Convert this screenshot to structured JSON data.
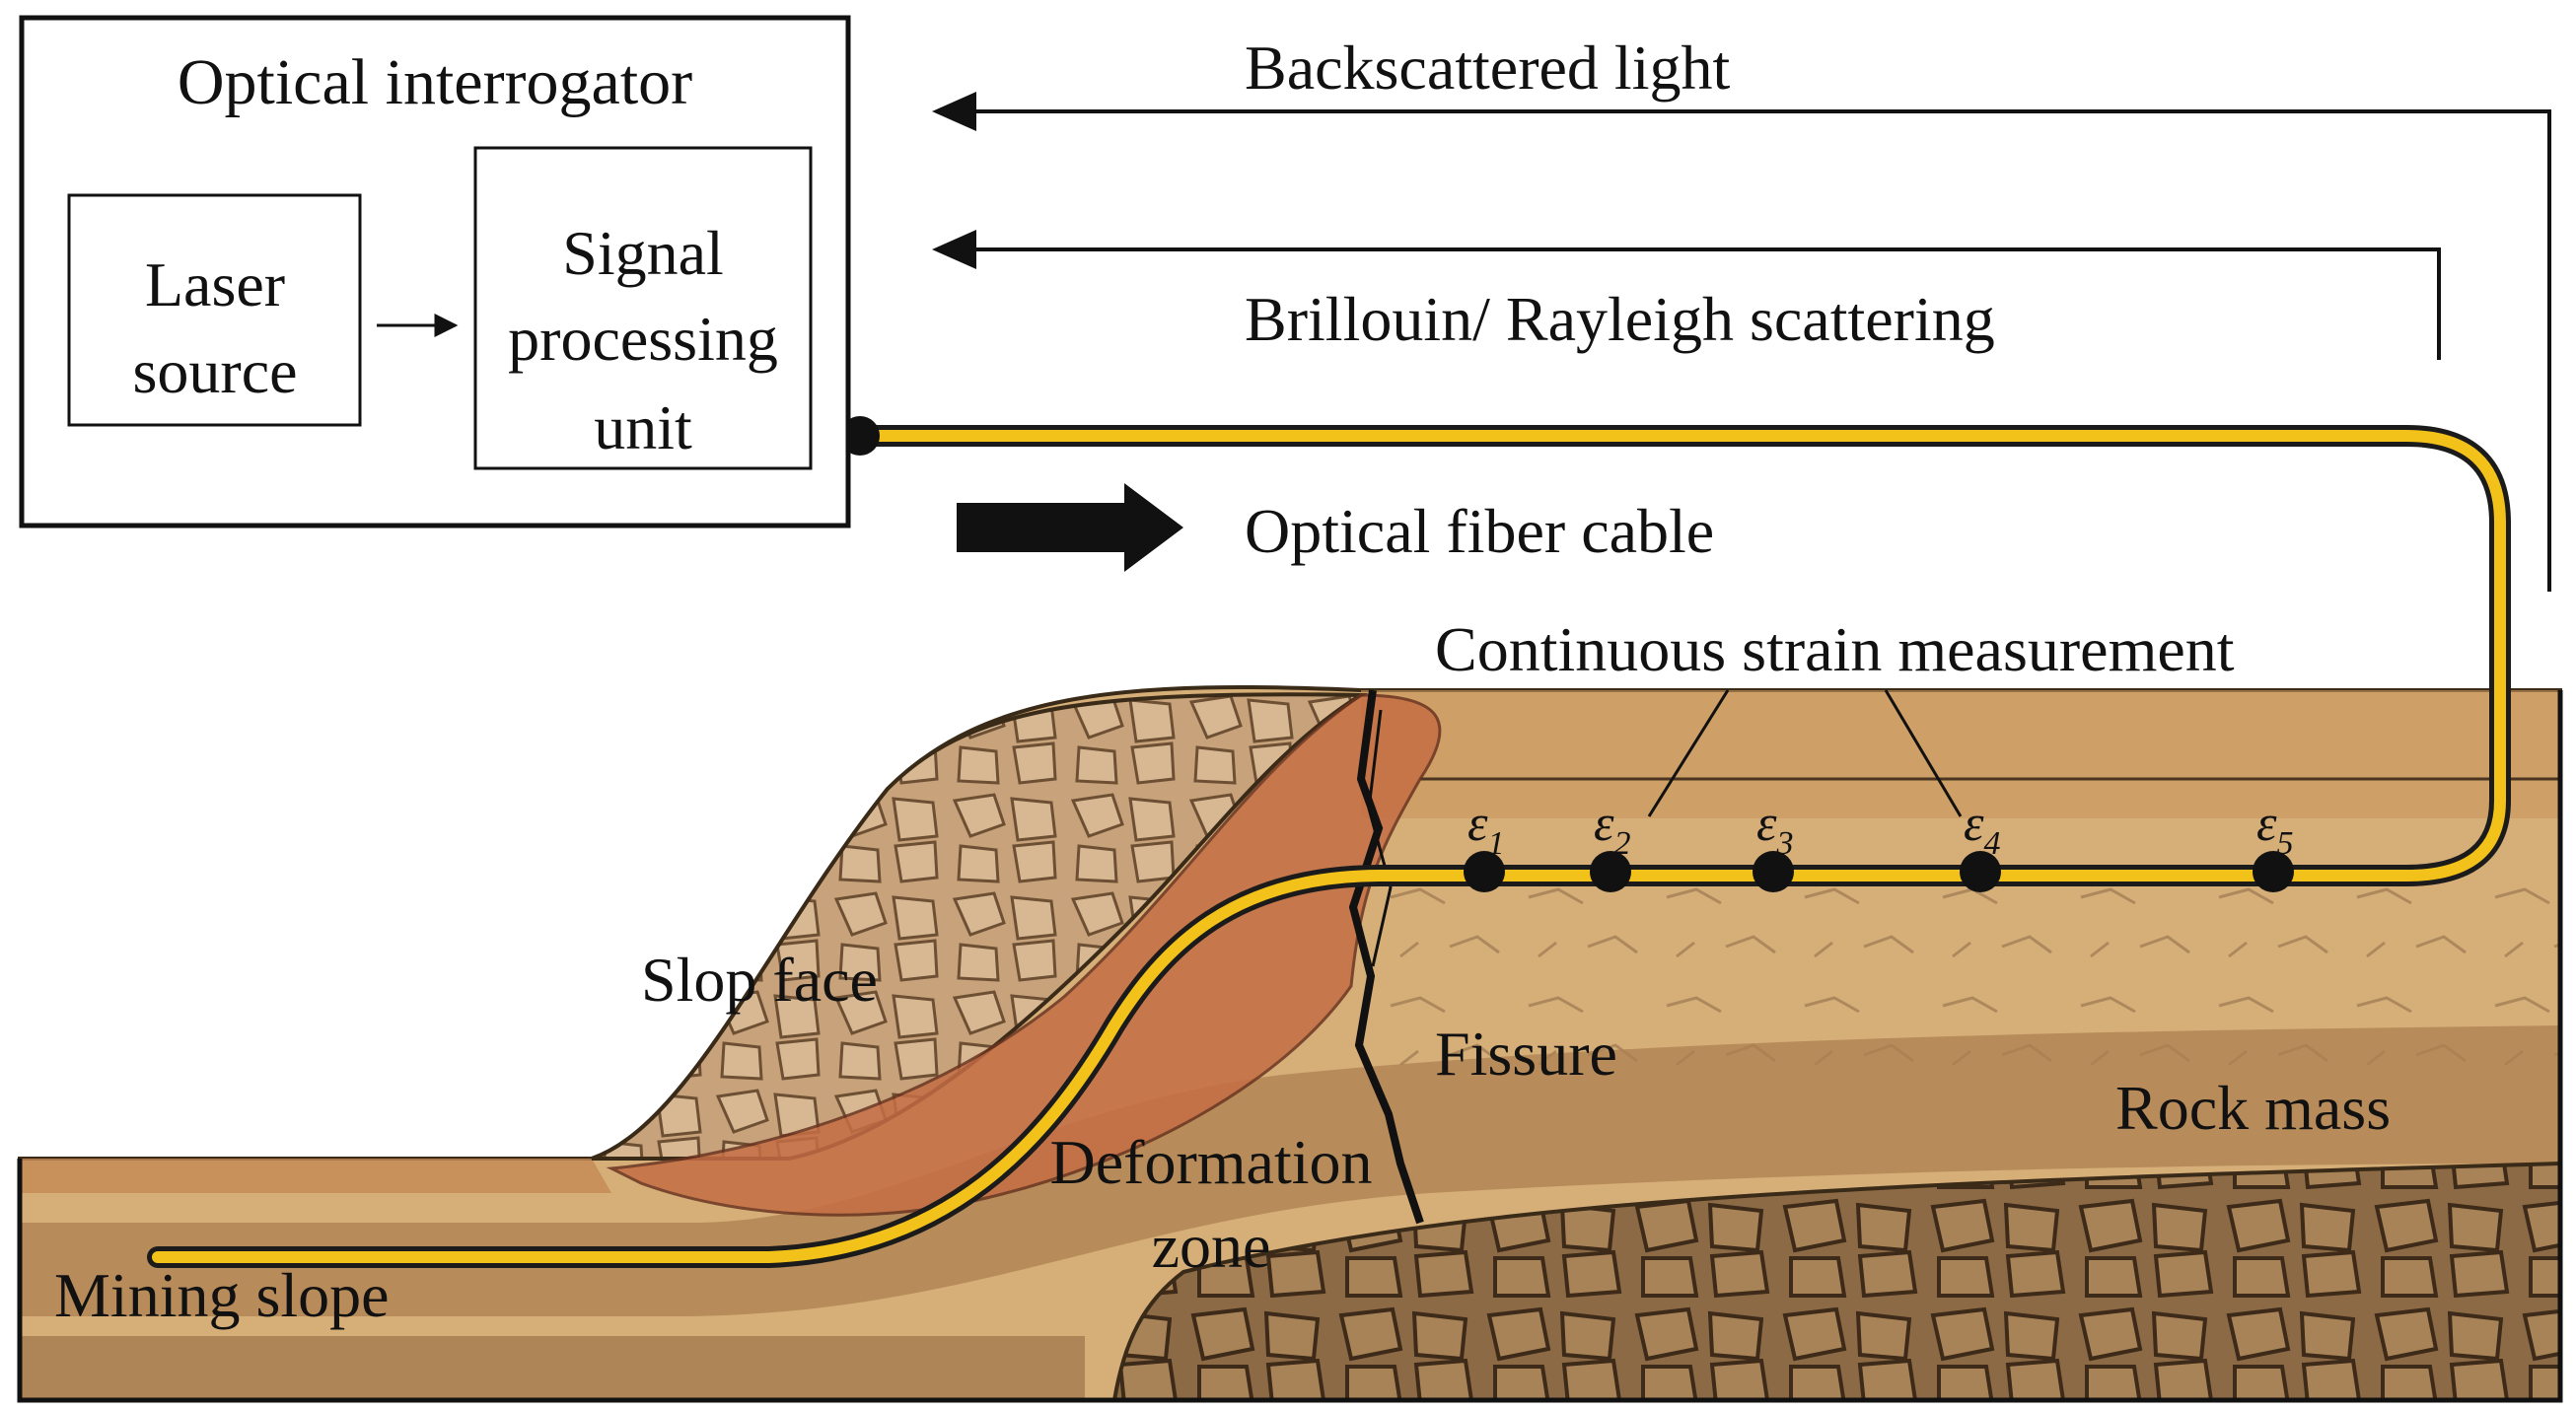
{
  "interrogator": {
    "title": "Optical interrogator",
    "laser_line1": "Laser",
    "laser_line2": "source",
    "spu_line1": "Signal",
    "spu_line2": "processing",
    "spu_line3": "unit"
  },
  "signals": {
    "backscattered": "Backscattered light",
    "scattering": "Brillouin/ Rayleigh scattering",
    "cable": "Optical fiber cable"
  },
  "strain": {
    "label": "Continuous strain measurement",
    "symbol": "ε",
    "sensors": [
      "1",
      "2",
      "3",
      "4",
      "5"
    ]
  },
  "labels": {
    "slope_face": "Slop face",
    "fissure": "Fissure",
    "rock_mass": "Rock mass",
    "deformation_line1": "Deformation",
    "deformation_line2": "zone",
    "mining_slope": "Mining slope"
  },
  "colors": {
    "fiber": "#f2c21b",
    "soil": "#d8b17a",
    "deformation": "#c56e45",
    "slope_rock": "#c7a27a",
    "rock_mass": "#a1784f",
    "outline": "#111111"
  }
}
